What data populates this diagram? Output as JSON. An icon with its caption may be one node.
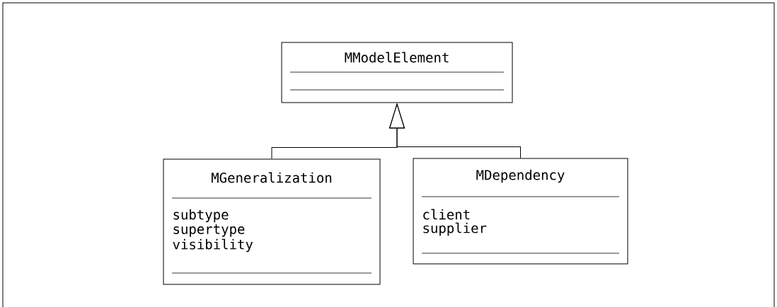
{
  "diagram": {
    "nodes": [
      {
        "text": [
          "MModelElement"
        ]
      },
      {
        "text": [
          "MGeneralization",
          "subtype",
          "supertype",
          "visibility"
        ]
      },
      {
        "text": [
          "MDependency",
          "client",
          "supplier"
        ]
      }
    ],
    "edges": [
      {
        "from": 1,
        "to": 0,
        "arrow": "to"
      },
      {
        "from": 2,
        "to": 0,
        "arrow": "to"
      }
    ]
  }
}
